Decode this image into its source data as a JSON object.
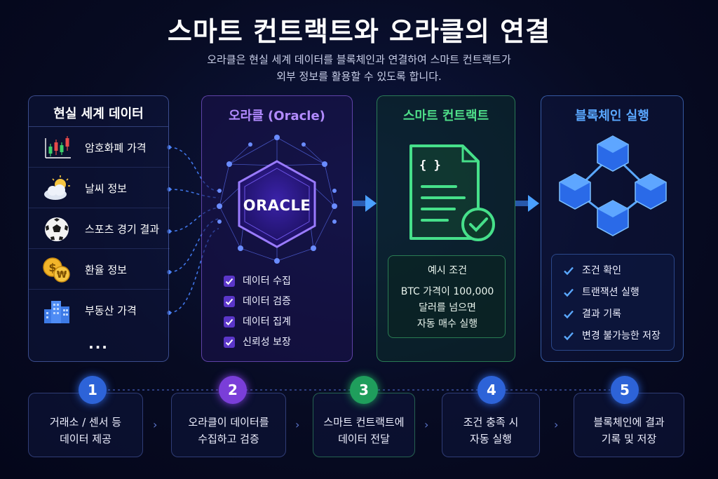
{
  "title": "스마트 컨트랙트와 오라클의 연결",
  "subtitle": {
    "line1": "오라클은 현실 세계 데이터를 블록체인과 연결하여 스마트 컨트랙트가",
    "line2": "외부 정보를 활용할 수 있도록 합니다."
  },
  "panels": {
    "real_world": {
      "title": "현실 세계 데이터",
      "items": [
        {
          "label": "암호화폐 가격",
          "icon": "candlestick-chart-icon"
        },
        {
          "label": "날씨 정보",
          "icon": "weather-icon"
        },
        {
          "label": "스포츠 경기 결과",
          "icon": "soccer-ball-icon"
        },
        {
          "label": "환율 정보",
          "icon": "currency-coins-icon"
        },
        {
          "label": "부동산 가격",
          "icon": "buildings-icon"
        }
      ],
      "more": "..."
    },
    "oracle": {
      "title": "오라클 (Oracle)",
      "badge": "ORACLE",
      "items": [
        "데이터 수집",
        "데이터 검증",
        "데이터 집계",
        "신뢰성 보장"
      ]
    },
    "smart_contract": {
      "title": "스마트 컨트랙트",
      "doc_symbol": "{ }",
      "example_title": "예시 조건",
      "example_lines": [
        "BTC 가격이 100,000",
        "달러를 넘으면",
        "자동 매수 실행"
      ]
    },
    "blockchain": {
      "title": "블록체인 실행",
      "items": [
        "조건 확인",
        "트랜잭션 실행",
        "결과 기록",
        "변경 불가능한 저장"
      ]
    }
  },
  "steps": [
    {
      "num": "1",
      "line1": "거래소 / 센서 등",
      "line2": "데이터 제공"
    },
    {
      "num": "2",
      "line1": "오라클이 데이터를",
      "line2": "수집하고 검증"
    },
    {
      "num": "3",
      "line1": "스마트 컨트랙트에",
      "line2": "데이터 전달"
    },
    {
      "num": "4",
      "line1": "조건 충족 시",
      "line2": "자동 실행"
    },
    {
      "num": "5",
      "line1": "블록체인에 결과",
      "line2": "기록 및 저장"
    }
  ],
  "colors": {
    "oracle": "#8a5cff",
    "contract": "#3dd97a",
    "blockchain": "#3d8bff",
    "step1": "#2d63d8",
    "step2": "#7a3ed8",
    "step3": "#1f9e5c",
    "step4": "#2d63d8",
    "step5": "#2d63d8"
  }
}
